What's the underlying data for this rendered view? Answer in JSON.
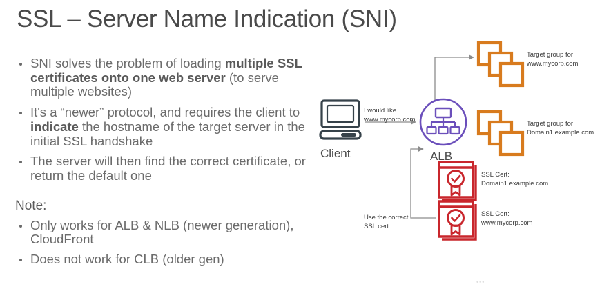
{
  "slide": {
    "title": "SSL – Server Name Indication (SNI)"
  },
  "left": {
    "bullets": [
      {
        "parts": [
          {
            "text": "SNI solves the problem of loading ",
            "bold": false
          },
          {
            "text": "multiple SSL certificates onto one web server",
            "bold": true
          },
          {
            "text": " (to serve multiple websites)",
            "bold": false
          }
        ]
      },
      {
        "parts": [
          {
            "text": "It's a “newer” protocol, and requires the client to ",
            "bold": false
          },
          {
            "text": "indicate",
            "bold": true
          },
          {
            "text": " the hostname of the target server in the initial SSL handshake",
            "bold": false
          }
        ]
      },
      {
        "parts": [
          {
            "text": "The server will then find the correct certificate, or return the default one",
            "bold": false
          }
        ]
      }
    ],
    "note_heading": "Note:",
    "note_bullets": [
      {
        "parts": [
          {
            "text": "Only works for ALB & NLB (newer generation), CloudFront",
            "bold": false
          }
        ]
      },
      {
        "parts": [
          {
            "text": "Does not work for CLB (older gen)",
            "bold": false
          }
        ]
      }
    ]
  },
  "diagram": {
    "client_label": "Client",
    "alb_label": "ALB",
    "request_label_line1": "I would like",
    "request_label_line2": "www.mycorp.com",
    "use_cert_label_line1": "Use the correct",
    "use_cert_label_line2": "SSL cert",
    "target_groups": [
      {
        "line1": "Target group for",
        "line2": "www.mycorp.com"
      },
      {
        "line1": "Target group for",
        "line2": "Domain1.example.com"
      }
    ],
    "ssl_certs": [
      {
        "line1": "SSL Cert:",
        "line2": "Domain1.example.com"
      },
      {
        "line1": "SSL Cert:",
        "line2": "www.mycorp.com"
      }
    ],
    "colors": {
      "target_group_orange": "#D87B1E",
      "alb_purple": "#6B4FBB",
      "ssl_cert_red": "#C9262C",
      "connector_gray": "#8C8C8C",
      "client_dark": "#36424A"
    }
  },
  "watermark": "•••"
}
